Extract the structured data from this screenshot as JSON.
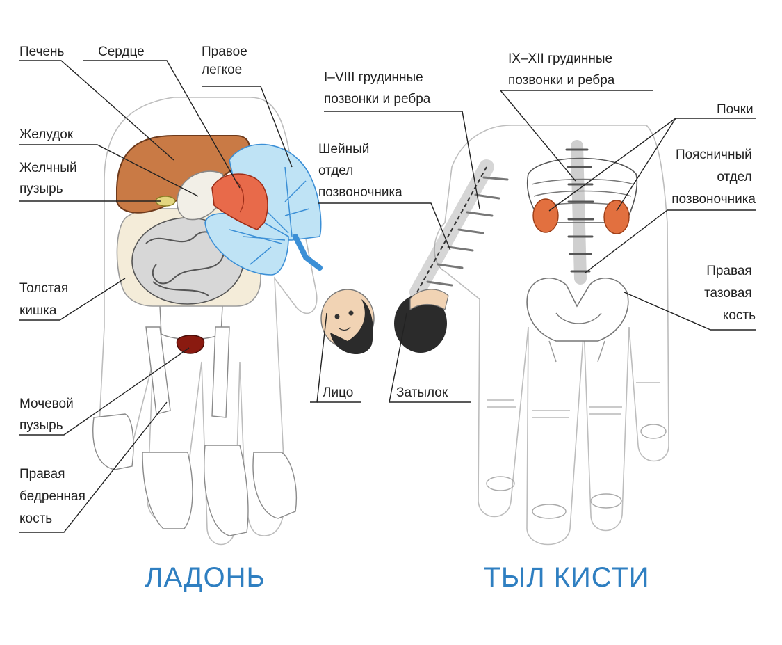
{
  "labels": {
    "liver": "Печень",
    "heart": "Сердце",
    "right_lung": [
      "Правое",
      "легкое"
    ],
    "stomach": "Желудок",
    "gallbladder": [
      "Желчный",
      "пузырь"
    ],
    "colon": [
      "Толстая",
      "кишка"
    ],
    "bladder": [
      "Мочевой",
      "пузырь"
    ],
    "femur": [
      "Правая",
      "бедренная",
      "кость"
    ],
    "thoracic_1_8": [
      "I–VIII грудинные",
      "позвонки и ребра"
    ],
    "cervical": [
      "Шейный",
      "отдел",
      "позвоночника"
    ],
    "face": "Лицо",
    "nape": "Затылок",
    "thoracic_9_12": [
      "IX–XII грудинные",
      "позвонки и ребра"
    ],
    "kidneys": "Почки",
    "lumbar": [
      "Поясничный",
      "отдел",
      "позвоночника"
    ],
    "pelvis": [
      "Правая",
      "тазовая",
      "кость"
    ]
  },
  "captions": {
    "palm": "ЛАДОНЬ",
    "back": "ТЫЛ КИСТИ"
  },
  "colors": {
    "caption": "#2f7fc1",
    "liver": "#c97a45",
    "heart": "#e86a4a",
    "lung": "#bfe3f5",
    "lung_vessels": "#3b8fd6",
    "kidney": "#e2703f",
    "bladder": "#8a1a10",
    "hair": "#2b2b2b",
    "skin": "#f1d3b4"
  }
}
